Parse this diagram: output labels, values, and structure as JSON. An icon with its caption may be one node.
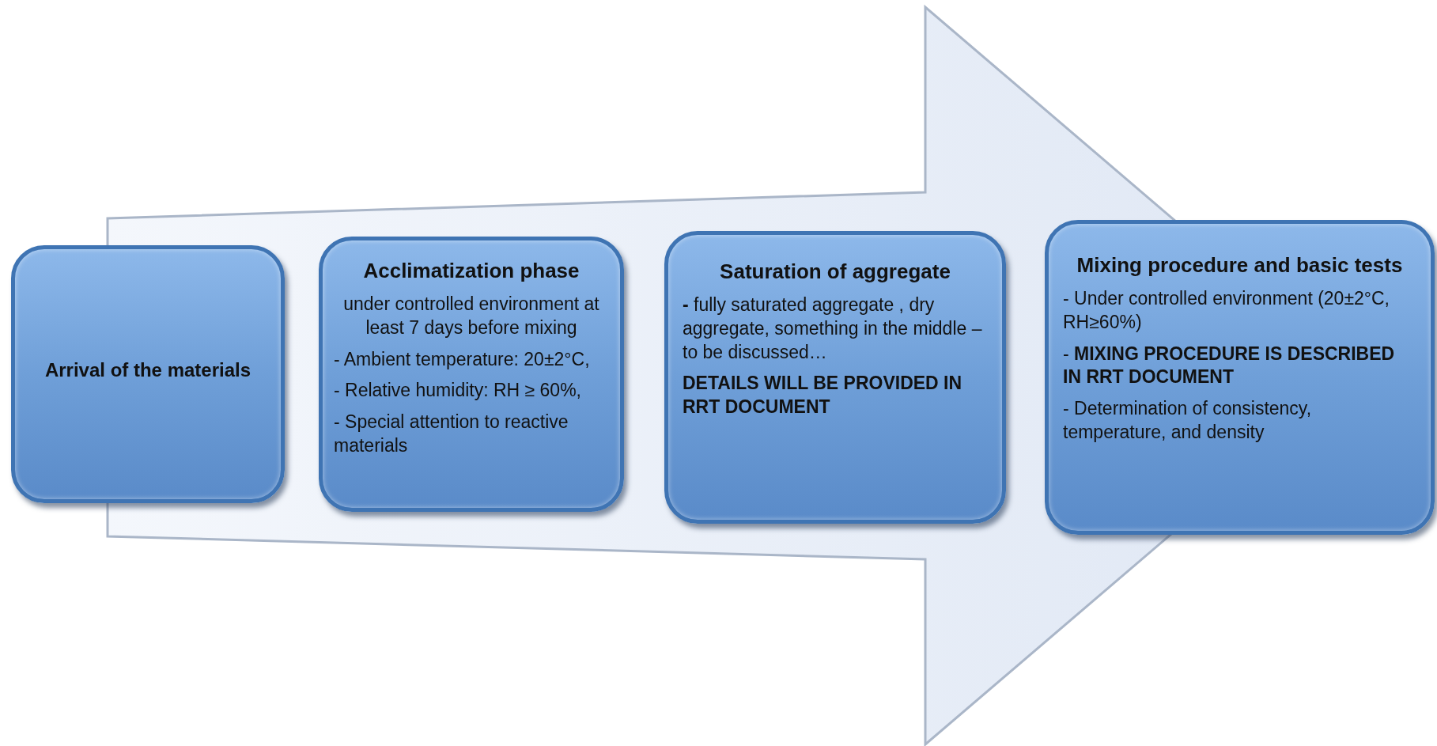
{
  "diagram": {
    "nodes": [
      {
        "text": [
          "Arrival of the materials"
        ]
      },
      {
        "text": [
          "Acclimatization phase",
          "under controlled environment at least 7 days before mixing",
          "- Ambient temperature: 20±2°C,",
          "- Relative humidity: RH ≥ 60%,",
          "- Special attention to reactive materials"
        ]
      },
      {
        "text": [
          "Saturation of aggregate",
          "**-** fully saturated aggregate , dry aggregate, something in the middle – to be discussed…",
          "DETAILS WILL BE PROVIDED IN RRT DOCUMENT"
        ]
      },
      {
        "text": [
          "Mixing procedure and basic tests",
          "- Under controlled environment (20±2°C, RH≥60%)",
          "- **MIXING PROCEDURE IS DESCRIBED IN RRT DOCUMENT**",
          "- Determination of consistency, temperature, and density"
        ]
      }
    ],
    "edges": [
      {
        "from": 0,
        "to": 3,
        "arrow": "to"
      }
    ]
  }
}
